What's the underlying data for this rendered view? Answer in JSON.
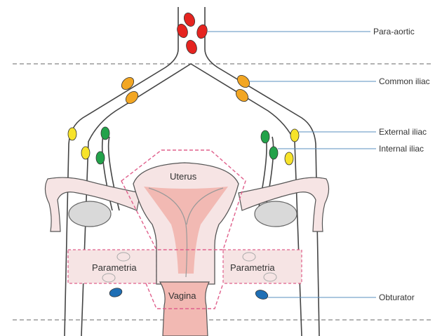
{
  "labels": {
    "para_aortic": "Para-aortic",
    "common_iliac": "Common iliac",
    "external_iliac": "External iliac",
    "internal_iliac": "Internal iliac",
    "obturator": "Obturator",
    "uterus": "Uterus",
    "vagina": "Vagina",
    "parametria_left": "Parametria",
    "parametria_right": "Parametria"
  },
  "colors": {
    "para_aortic_node": "#e52420",
    "common_iliac_node": "#f2a623",
    "external_iliac_node": "#f7e32a",
    "internal_iliac_node": "#23a24a",
    "obturator_node": "#1f6fb5",
    "uterus_fill": "#f2b9b3",
    "tissue_fill": "#f6e4e4",
    "ovary_fill": "#d9d9d9",
    "dashed_outline": "#e0608c",
    "guide_line": "#5a8fbf",
    "level_line": "#999999"
  }
}
